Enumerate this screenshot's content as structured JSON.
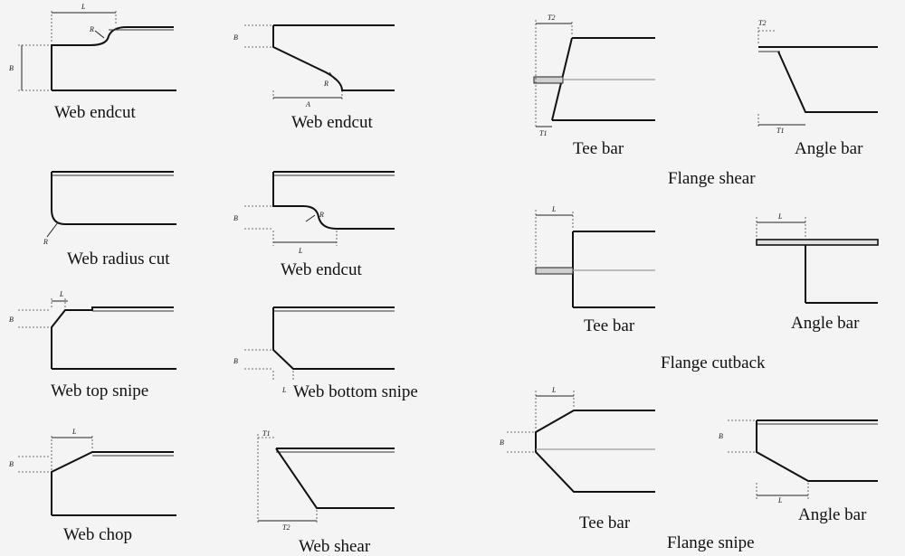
{
  "captions": {
    "web_endcut_1": "Web endcut",
    "web_endcut_2": "Web endcut",
    "web_radius_cut": "Web radius cut",
    "web_endcut_3": "Web endcut",
    "web_top_snipe": "Web top snipe",
    "web_bottom_snipe": "Web bottom snipe",
    "web_chop": "Web chop",
    "web_shear": "Web shear",
    "flange_shear_tee": "Tee bar",
    "flange_shear_angle": "Angle bar",
    "flange_cutback_tee": "Tee bar",
    "flange_cutback_angle": "Angle bar",
    "flange_snipe_tee": "Tee bar",
    "flange_snipe_angle": "Angle bar"
  },
  "groups": {
    "flange_shear": "Flange shear",
    "flange_cutback": "Flange cutback",
    "flange_snipe": "Flange snipe"
  },
  "symbols": {
    "L": "L",
    "R": "R",
    "B": "B",
    "A": "A",
    "T1": "T1",
    "T2": "T2"
  }
}
